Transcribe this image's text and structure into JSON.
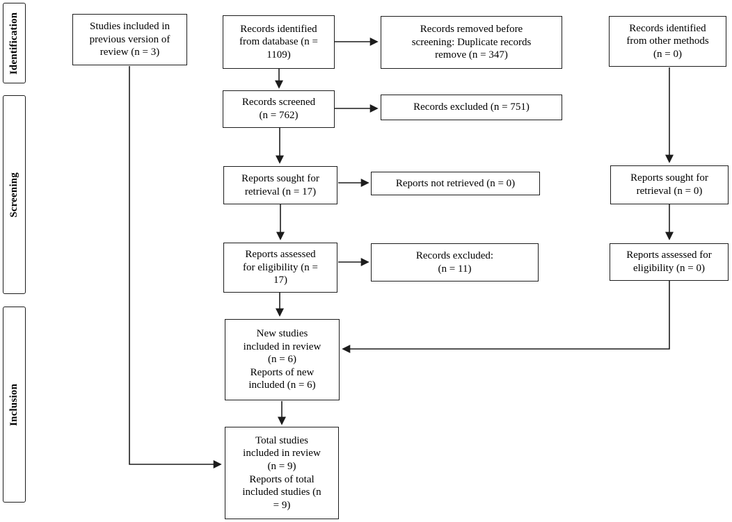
{
  "colors": {
    "line": "#1c1c1c",
    "text": "#000000",
    "box_background": "#ffffff"
  },
  "sidebar": {
    "identification": "Identification",
    "screening": "Screening",
    "inclusion": "Inclusion"
  },
  "nodes": {
    "previous_studies": {
      "label": [
        "Studies included in",
        "previous version of",
        "review (n = 3)"
      ]
    },
    "records_identified_database": {
      "label": [
        "Records identified",
        "from database (n =",
        "1109)"
      ]
    },
    "records_removed_before_screening": {
      "label": [
        "Records removed before",
        "screening: Duplicate records",
        "remove (n = 347)"
      ]
    },
    "records_identified_other_methods": {
      "label": [
        "Records identified",
        "from other methods",
        "(n = 0)"
      ]
    },
    "records_screened": {
      "label": [
        "Records screened",
        "(n = 762)"
      ]
    },
    "records_excluded": {
      "label": [
        "Records excluded (n = 751)"
      ]
    },
    "reports_sought_retrieval": {
      "label": [
        "Reports sought for",
        "retrieval (n = 17)"
      ]
    },
    "reports_not_retrieved": {
      "label": [
        "Reports not retrieved (n = 0)"
      ]
    },
    "reports_sought_retrieval_other": {
      "label": [
        "Reports sought for",
        "retrieval (n = 0)"
      ]
    },
    "reports_assessed_eligibility": {
      "label": [
        "Reports assessed",
        "for eligibility (n =",
        "17)"
      ]
    },
    "records_excluded_eligibility": {
      "label": [
        "Records excluded:",
        "(n = 11)"
      ]
    },
    "reports_assessed_eligibility_other": {
      "label": [
        "Reports assessed for",
        "eligibility (n = 0)"
      ]
    },
    "new_studies_included": {
      "label": [
        "New studies",
        "included in review",
        "(n = 6)",
        "Reports of new",
        "included (n = 6)"
      ]
    },
    "total_studies_included": {
      "label": [
        "Total studies",
        "included in review",
        "(n = 9)",
        "Reports of total",
        "included studies (n",
        "= 9)"
      ]
    }
  }
}
